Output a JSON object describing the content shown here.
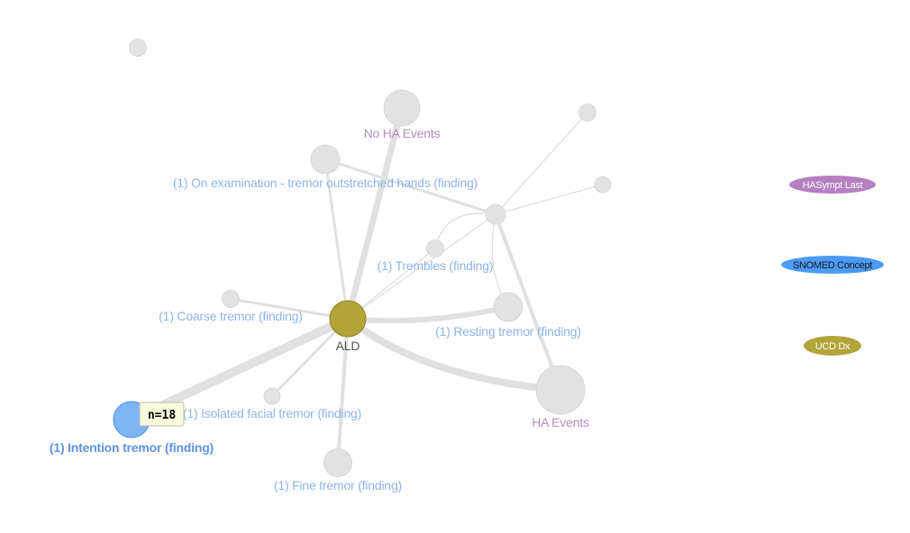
{
  "colors": {
    "edge": "#e0e0e0",
    "edge_thin": "#d6d6d6",
    "node_faded": "#e2e2e2",
    "node_faded_stroke": "#d2d2d2",
    "dx_node": "#b3a43a",
    "dx_stroke": "#8f8320",
    "snomed_node": "#7fb5f5",
    "snomed_stroke": "#4d8fe0",
    "label_snomed": "#8db4ea",
    "label_snomed_active": "#5d93e0",
    "label_ha": "#b58cc2",
    "label_dx": "#555555",
    "legend_hasympt": "#b57fc0",
    "legend_snomed": "#4b9bf5",
    "legend_ucd": "#b3a43a",
    "tooltip_bg": "#fafadf",
    "tooltip_border": "#bbbbaa"
  },
  "nodes": {
    "ald": {
      "label": "ALD",
      "type": "dx"
    },
    "no_ha_events": {
      "label": "No HA Events",
      "type": "ha"
    },
    "ha_events": {
      "label": "HA Events",
      "type": "ha"
    },
    "on_examination": {
      "label": "(1) On examination - tremor outstretched hands (finding)",
      "type": "snomed"
    },
    "trembles": {
      "label": "(1) Trembles (finding)",
      "type": "snomed"
    },
    "coarse_tremor": {
      "label": "(1) Coarse tremor (finding)",
      "type": "snomed"
    },
    "resting_tremor": {
      "label": "(1) Resting tremor (finding)",
      "type": "snomed"
    },
    "isolated_facial": {
      "label": "(1) Isolated facial tremor (finding)",
      "type": "snomed"
    },
    "intention_tremor": {
      "label": "(1) Intention tremor (finding)",
      "type": "snomed",
      "active": true
    },
    "fine_tremor": {
      "label": "(1) Fine tremor (finding)",
      "type": "snomed"
    }
  },
  "tooltip": {
    "text": "n=18"
  },
  "legend": [
    {
      "key": "hasympt",
      "label": "HASympt Last"
    },
    {
      "key": "snomed",
      "label": "SNOMED Concept"
    },
    {
      "key": "ucd",
      "label": "UCD Dx"
    }
  ]
}
